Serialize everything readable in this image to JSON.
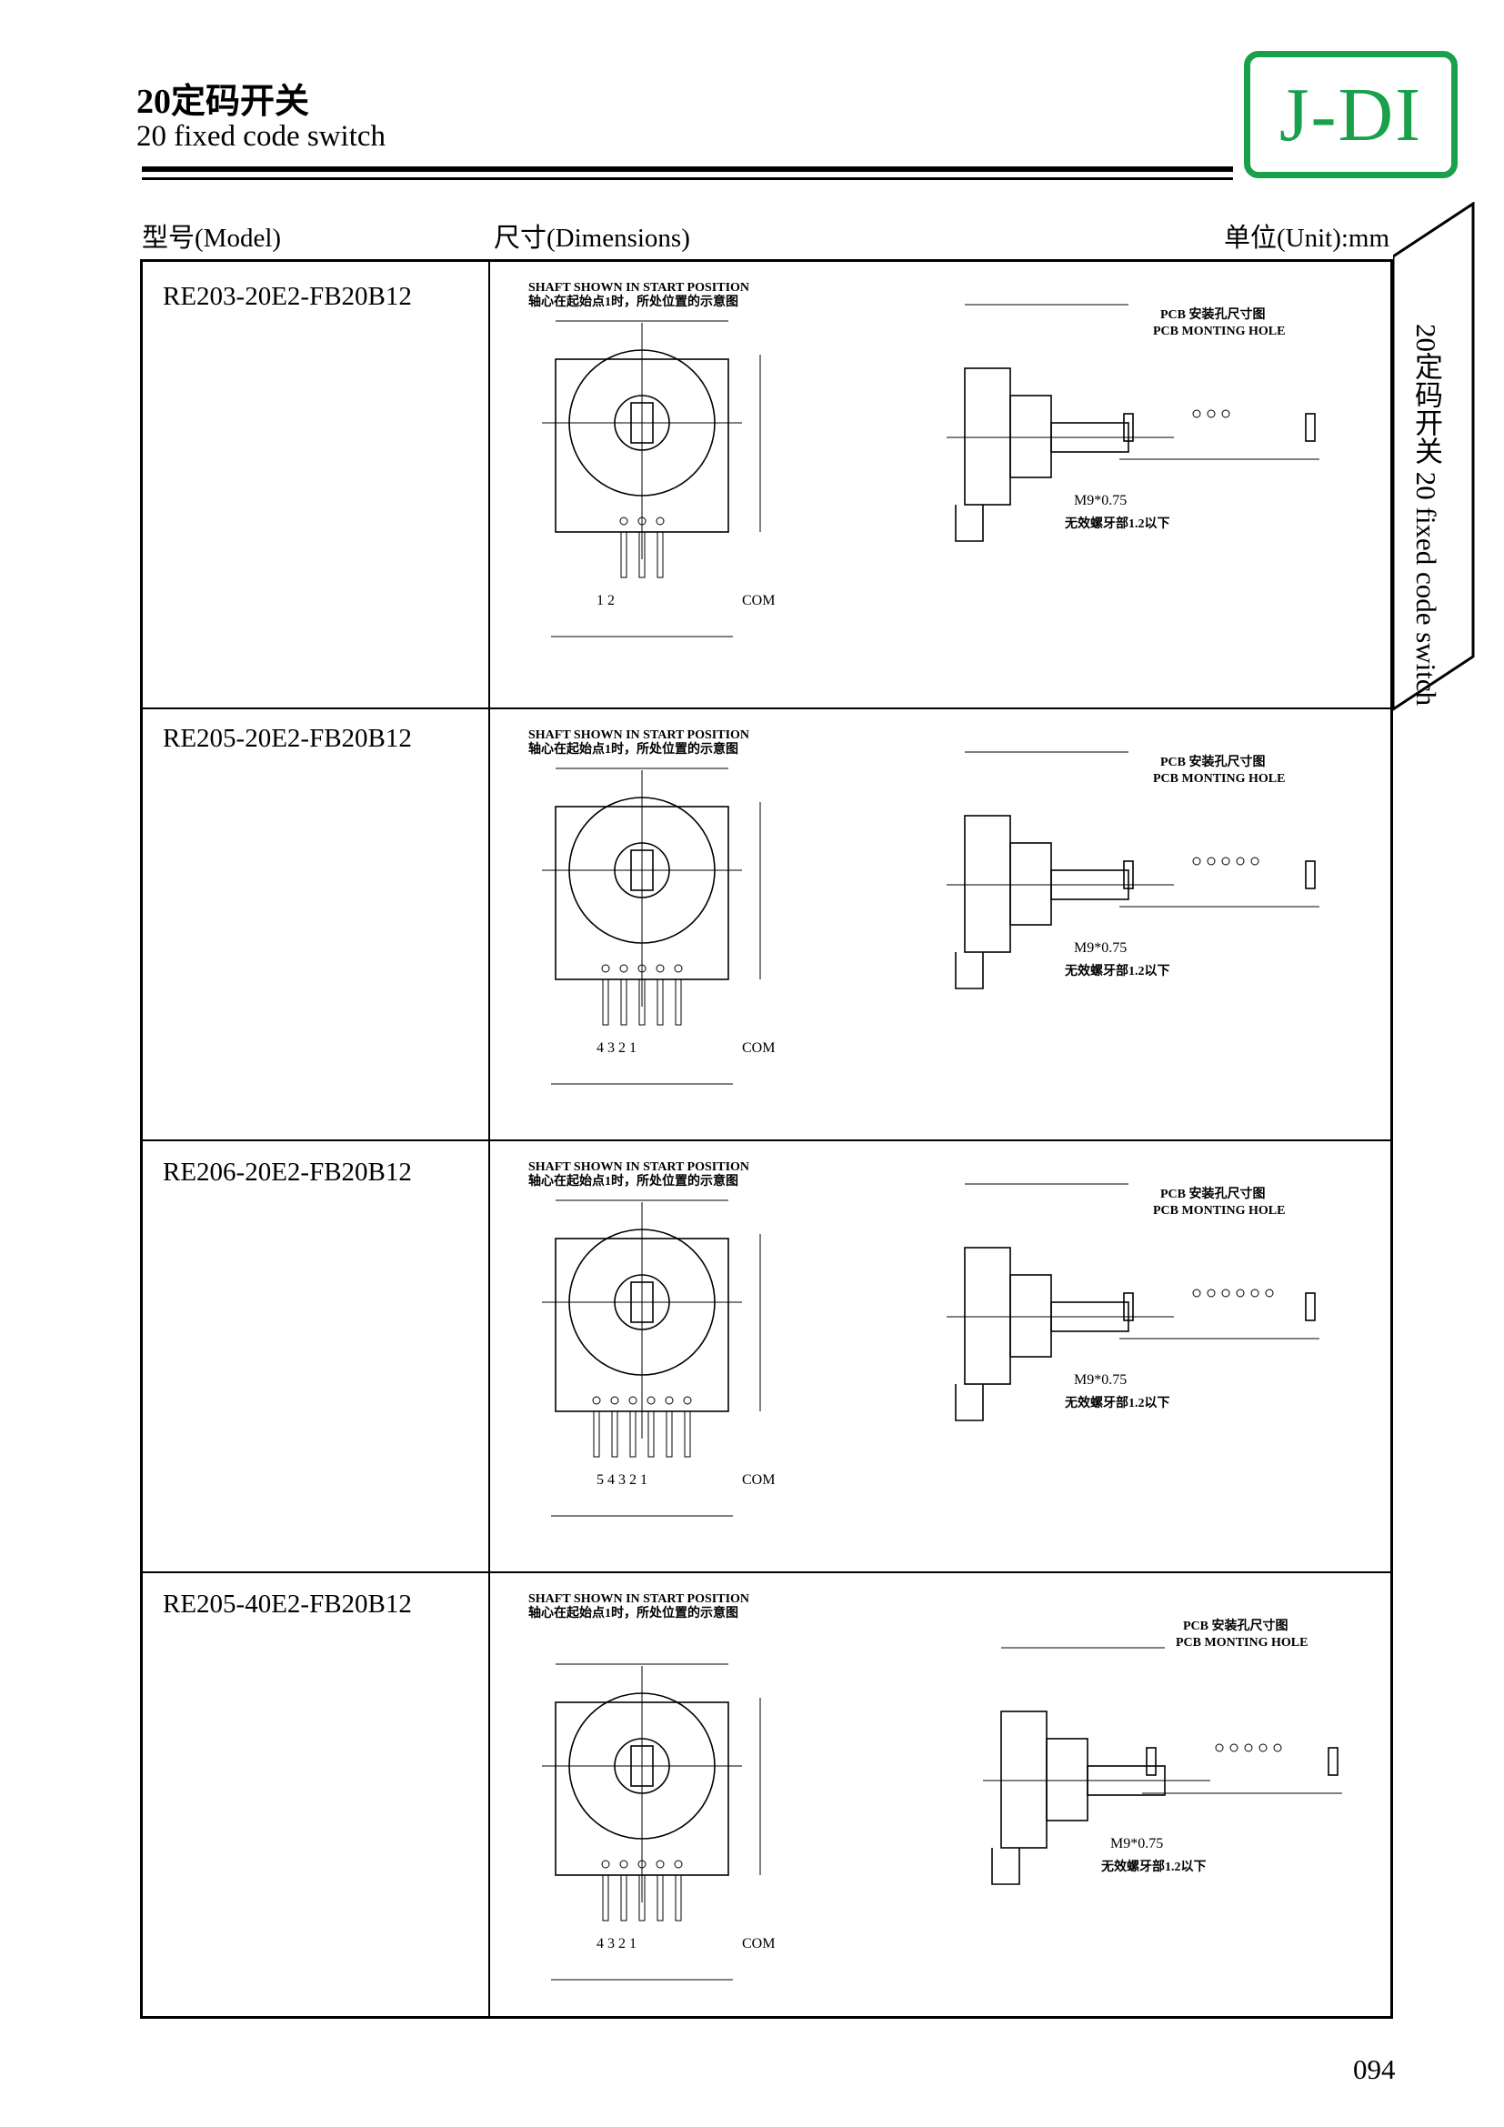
{
  "header": {
    "title_cn": "20定码开关",
    "title_en": "20 fixed code switch",
    "logo": "J-DI",
    "col_model": "型号(Model)",
    "col_dimensions": "尺寸(Dimensions)",
    "col_unit": "单位(Unit):mm"
  },
  "side_tab": "20定码开关 20 fixed code switch",
  "captions": {
    "shaft_en": "SHAFT SHOWN IN START POSITION",
    "shaft_cn": "轴心在起始点1时，所处位置的示意图",
    "pcb_cn": "PCB 安装孔尺寸图",
    "pcb_en": "PCB MONTING HOLE",
    "thread": "M9*0.75",
    "thread_note": "无效螺牙部1.2以下"
  },
  "rows": [
    {
      "model": "RE203-20E2-FB20B12",
      "pins": "1 2",
      "com": "COM"
    },
    {
      "model": "RE205-20E2-FB20B12",
      "pins": "4 3 2 1",
      "com": "COM"
    },
    {
      "model": "RE206-20E2-FB20B12",
      "pins": "5 4 3 2 1",
      "com": "COM"
    },
    {
      "model": "RE205-40E2-FB20B12",
      "pins": "4 3 2 1",
      "com": "COM"
    }
  ],
  "page_number": "094",
  "colors": {
    "logo": "#18a04a"
  }
}
